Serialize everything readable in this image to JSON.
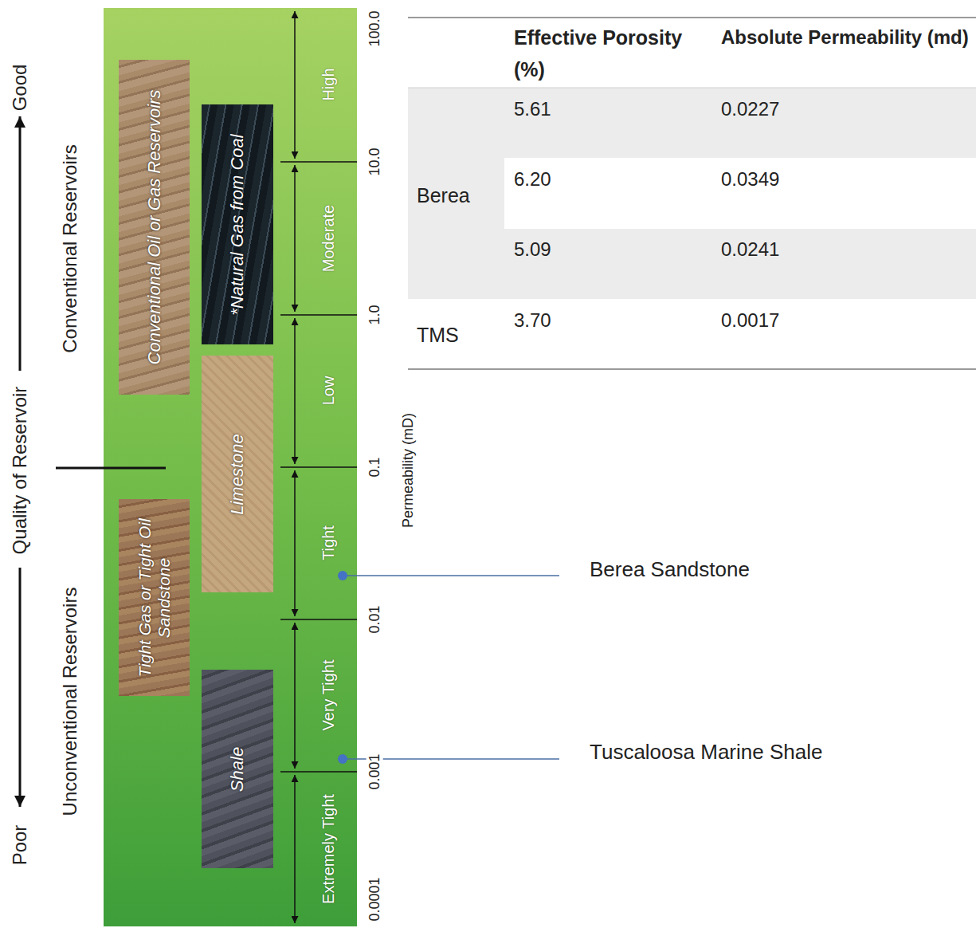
{
  "diagram": {
    "nodes": [
      {
        "text": [
          "Conventional Oil or Gas Reservoirs"
        ]
      },
      {
        "text": [
          "*Natural Gas from Coal"
        ]
      },
      {
        "text": [
          "Limestone"
        ]
      },
      {
        "text": [
          "Tight Gas or Tight Oil Sandstone"
        ]
      },
      {
        "text": [
          "Shale"
        ]
      }
    ],
    "labels": [
      "Good",
      "Quality of Reservoir",
      "Poor",
      "Conventional Reservoirs",
      "Unconventional Reservoirs",
      "High",
      "Moderate",
      "Low",
      "Tight",
      "Very Tight",
      "Extremely Tight",
      "100.0",
      "10.0",
      "1.0",
      "0.1",
      "0.01",
      "0.001",
      "0.0001",
      "Permeability (mD)",
      "Effective Porosity (%)",
      "Absolute Permeability (md)",
      "Berea",
      "5.61",
      "0.0227",
      "6.20",
      "0.0349",
      "5.09",
      "0.0241",
      "TMS",
      "3.70",
      "0.0017",
      "Berea Sandstone",
      "Tuscaloosa Marine Shale"
    ]
  }
}
